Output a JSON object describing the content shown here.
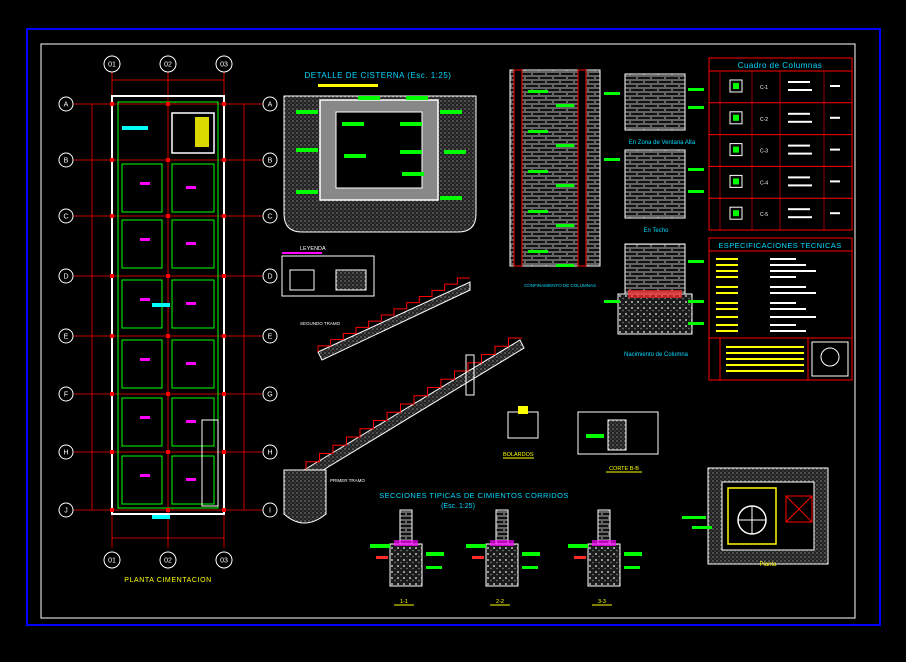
{
  "colors": {
    "background": "#000000",
    "frame_outer": "#0000ff",
    "frame_inner": "#ffffff",
    "grid_lines": "#ff0000",
    "walls": "#ffffff",
    "footings": "#00ff00",
    "hatch": "#aaaaaa",
    "labels": "#00ffff",
    "callouts": "#00ff00",
    "notes": "#ffff00",
    "brick": "#888888",
    "highlight": "#ff00ff"
  },
  "plan": {
    "title": "PLANTA CIMENTACION",
    "column_axes": [
      "01",
      "02",
      "03"
    ],
    "row_axes_left": [
      "A",
      "B",
      "C",
      "D",
      "E",
      "F",
      "H",
      "J"
    ],
    "row_axes_right": [
      "A",
      "B",
      "C",
      "D",
      "E",
      "G",
      "H",
      "I"
    ]
  },
  "cistern": {
    "title": "DETALLE DE CISTERNA  (Esc. 1:25)"
  },
  "columns_table": {
    "title": "Cuadro de Columnas",
    "rows": [
      {
        "code": "C-1"
      },
      {
        "code": "C-2"
      },
      {
        "code": "C-3"
      },
      {
        "code": "C-4"
      },
      {
        "code": "C-5"
      }
    ]
  },
  "specs": {
    "title": "ESPECIFICACIONES TECNICAS"
  },
  "column_details": {
    "zone_high": "En Zona de Ventana Alta",
    "roof": "En Techo",
    "birth": "Nacimiento de Columna",
    "confinement": "CONFINAMIENTO DE COLUMNAS"
  },
  "stairs": {
    "legend": "LEYENDA",
    "second_flight": "SEGUNDO TRAMO",
    "first_flight": "PRIMER TRAMO"
  },
  "foundations": {
    "title": "SECCIONES TIPICAS DE CIMIENTOS CORRIDOS",
    "scale": "(Esc. 1:25)",
    "sections": [
      "1-1",
      "2-2",
      "3-3"
    ]
  },
  "misc": {
    "anchors": "BOLARDOS",
    "cut": "CORTE B-B",
    "plan_label": "Planta"
  }
}
